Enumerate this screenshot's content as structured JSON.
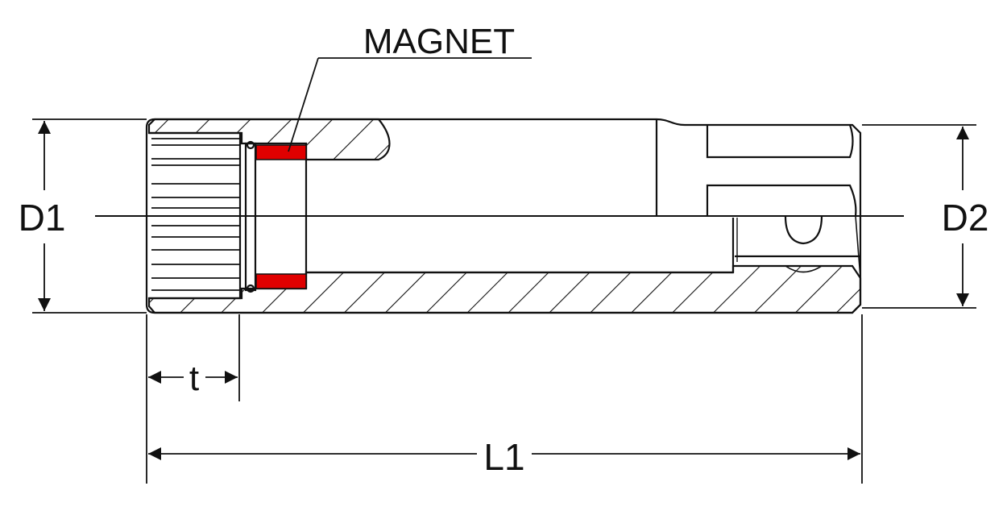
{
  "labels": {
    "magnet": "MAGNET",
    "d1": "D1",
    "d2": "D2",
    "t": "t",
    "l1": "L1"
  },
  "colors": {
    "line": "#111111",
    "magnet": "#e00000",
    "background": "#ffffff"
  }
}
